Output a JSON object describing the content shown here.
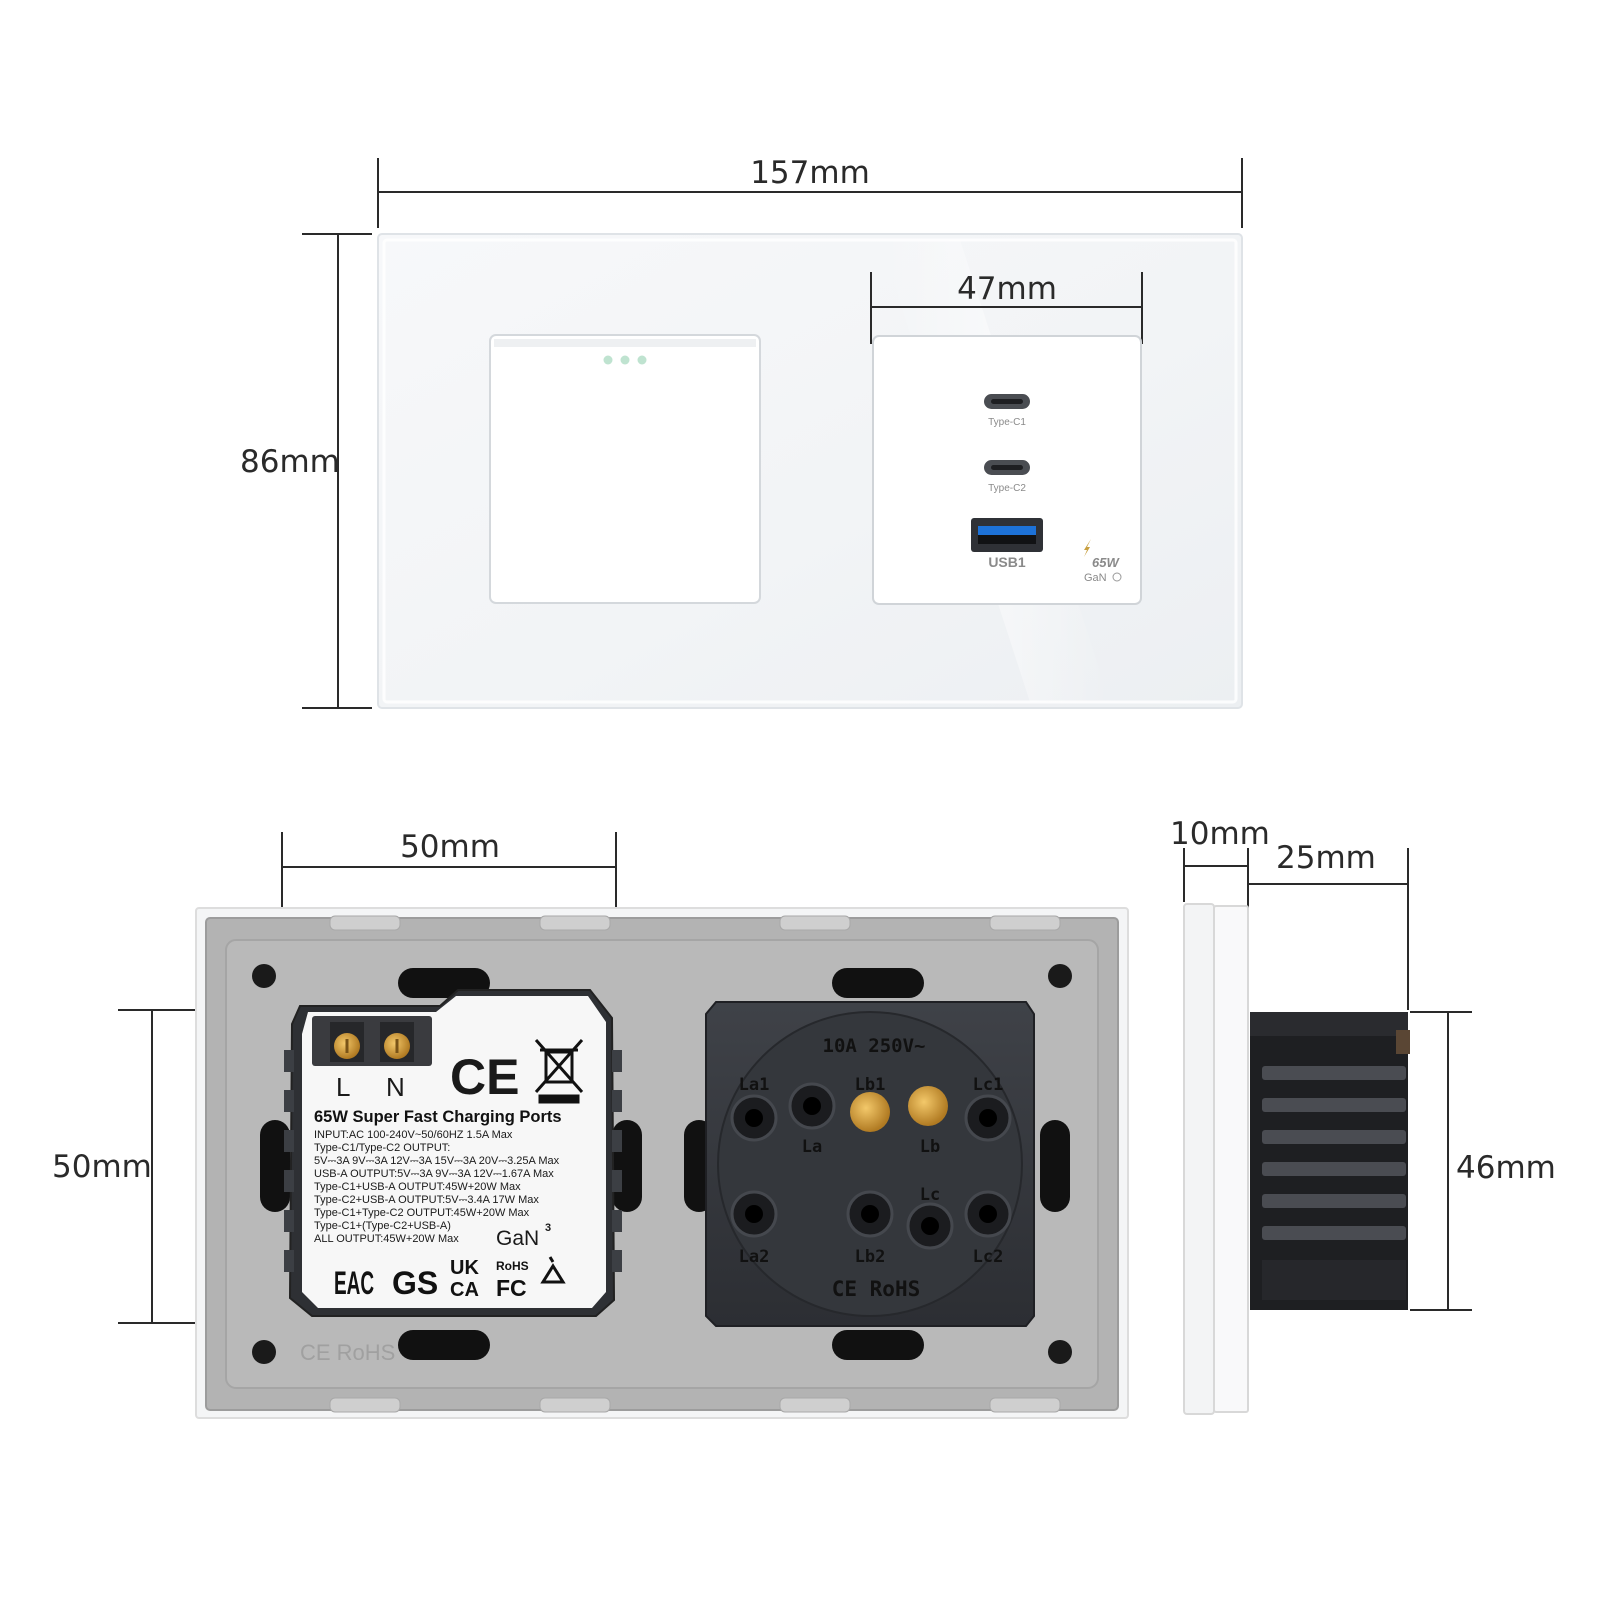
{
  "dimensions": {
    "front_width": "157mm",
    "front_height": "86mm",
    "module_width": "47mm",
    "rear_module_width": "50mm",
    "rear_module_height": "50mm",
    "side_plate_depth": "10mm",
    "side_module_depth": "25mm",
    "side_height": "46mm"
  },
  "front_ports": {
    "type_c1": "Type-C1",
    "type_c2": "Type-C2",
    "usb1": "USB1",
    "badge_power": "65W",
    "badge_gan": "GaN"
  },
  "charger_label": {
    "terminal_l": "L",
    "terminal_n": "N",
    "ce_mark": "CE",
    "title": "65W Super Fast Charging Ports",
    "lines": [
      "INPUT:AC 100-240V~50/60HZ 1.5A Max",
      "Type-C1/Type-C2 OUTPUT:",
      "5V⎓3A 9V⎓3A 12V⎓3A 15V⎓3A 20V⎓3.25A Max",
      "USB-A OUTPUT:5V⎓3A 9V⎓3A 12V⎓1.67A Max",
      "Type-C1+USB-A OUTPUT:45W+20W Max",
      "Type-C2+USB-A OUTPUT:5V⎓3.4A 17W Max",
      "Type-C1+Type-C2 OUTPUT:45W+20W Max",
      "Type-C1+(Type-C2+USB-A)",
      "ALL OUTPUT:45W+20W Max"
    ],
    "gan": "GaN",
    "gan_sup": "3",
    "cert_eac": "EAC",
    "cert_gs": "GS",
    "cert_uk": "UK",
    "cert_ca": "CA",
    "cert_rohs": "RoHS",
    "cert_fc": "FC"
  },
  "switch_module": {
    "rating": "10A 250V~",
    "terminals_top": [
      "La1",
      "Lb1",
      "Lc1"
    ],
    "terminals_mid": [
      "La",
      "Lb"
    ],
    "terminal_lc": "Lc",
    "terminals_bottom": [
      "La2",
      "Lb2",
      "Lc2"
    ],
    "bottom_marks": "CE RoHS"
  },
  "frame_marks": "CE RoHS",
  "colors": {
    "dimension_line": "#2a2a2a",
    "glass": "#f4f6f8",
    "frame_gray": "#b3b3b3",
    "module_dark": "#3a3d42",
    "label_white": "#f7f7f7",
    "brass": "#d9a03a",
    "led_green": "#bfe3d0"
  }
}
